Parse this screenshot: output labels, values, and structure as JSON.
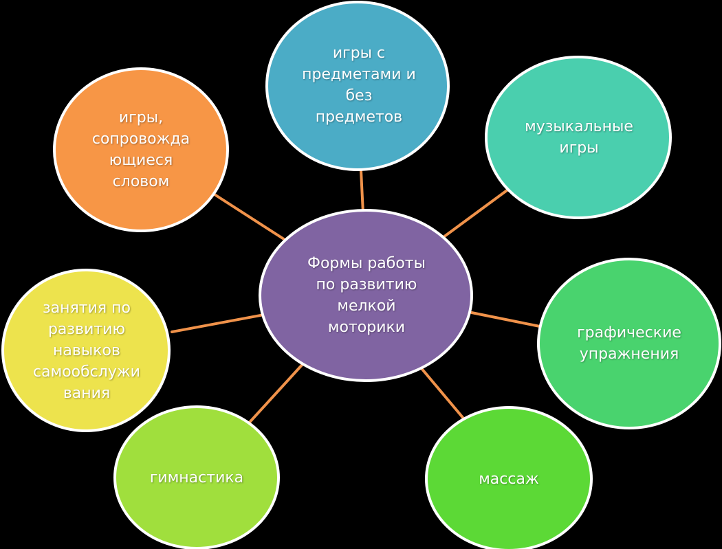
{
  "colors": {
    "background": "#000000",
    "connector": "#F0924A",
    "outline": "#FFFFFF",
    "center": "#8064A2",
    "orange": "#F79646",
    "blue": "#4BACC6",
    "teal": "#4ACFAE",
    "green": "#49D36E",
    "bright_green": "#5CD936",
    "lime": "#A0DF3D",
    "yellow": "#EDE34D"
  },
  "center": {
    "label": "Формы работы\nпо развитию\nмелкой\nмоторики"
  },
  "nodes": [
    {
      "id": "orange",
      "label": "игры,\nсопровожда\nющиеся\nсловом"
    },
    {
      "id": "blue",
      "label": "игры с\nпредметами и\nбез\nпредметов"
    },
    {
      "id": "teal",
      "label": "музыкальные\nигры"
    },
    {
      "id": "green",
      "label": "графические\nупражнения"
    },
    {
      "id": "bright_green",
      "label": "массаж"
    },
    {
      "id": "lime",
      "label": "гимнастика"
    },
    {
      "id": "yellow",
      "label": "занятия по\nразвитию\nнавыков\nсамообслужи\nвания"
    }
  ]
}
